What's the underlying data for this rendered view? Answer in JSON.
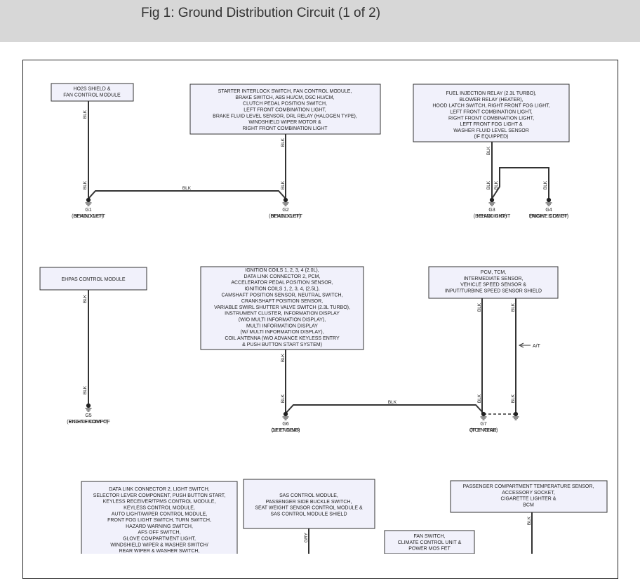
{
  "title": "Fig 1: Ground Distribution Circuit (1 of 2)",
  "colors": {
    "box_fill": "#f1f1fb",
    "box_border": "#333333",
    "wire": "#333333",
    "header_bg": "#d7d7d7"
  },
  "components": {
    "ho2s": [
      "HO2S SHIELD &",
      "FAN CONTROL MODULE"
    ],
    "starter": [
      "STARTER INTERLOCK SWITCH, FAN CONTROL MODULE,",
      "BRAKE SWITCH, ABS HU/CM, DSC HU/CM,",
      "CLUTCH PEDAL POSITION SWITCH,",
      "LEFT FRONT COMBINATION LIGHT,",
      "BRAKE FLUID LEVEL SENSOR, DRL RELAY (HALOGEN TYPE),",
      "WINDSHIELD WIPER MOTOR &",
      "RIGHT FRONT COMBINATION LIGHT"
    ],
    "fuel": [
      "FUEL INJECTION RELAY (2.3L TURBO),",
      "BLOWER RELAY (HEATER),",
      "HOOD LATCH SWITCH, RIGHT FRONT FOG LIGHT,",
      "LEFT FRONT COMBINATION LIGHT,",
      "RIGHT FRONT COMBINATION LIGHT,",
      "LEFT FRONT FOG LIGHT &",
      "WASHER FLUID LEVEL SENSOR",
      "(IF EQUIPPED)"
    ],
    "ehpas": [
      "EHPAS CONTROL MODULE"
    ],
    "ignition": [
      "IGNITION COILS 1, 2, 3, 4 (2.0L),",
      "DATA LINK CONNECTOR 2, PCM,",
      "ACCELERATOR PEDAL POSITION SENSOR,",
      "IGNITION COILS 1, 2, 3, 4, (2.5L),",
      "CAMSHAFT POSITION SENSOR, NEUTRAL SWITCH,",
      "CRANKSHAFT POSITION SENSOR,",
      "VARIABLE SWIRL SHUTTER VALVE SWITCH (2.3L TURBO),",
      "INSTRUMENT CLUSTER, INFORMATION DISPLAY",
      "(W/O MULTI INFORMATION DISPLAY),",
      "MULTI INFORMATION DISPLAY",
      "(W/ MULTI INFORMATION DISPLAY),",
      "COIL ANTENNA (W/O ADVANCE KEYLESS ENTRY",
      "& PUSH BUTTON START SYSTEM)"
    ],
    "pcm": [
      "PCM, TCM,",
      "INTERMEDIATE SENSOR,",
      "VEHICLE SPEED SENSOR &",
      "INPUT/TURBINE SPEED SENSOR SHIELD"
    ],
    "dlc": [
      "DATA LINK CONNECTOR 2, LIGHT SWITCH,",
      "SELECTOR LEVER COMPONENT, PUSH BUTTON START,",
      "KEYLESS RECEIVER/TPMS CONTROL MODULE,",
      "KEYLESS CONTROL MODULE,",
      "AUTO LIGHT/WIPER CONTROL MODULE,",
      "FRONT FOG LIGHT SWITCH, TURN SWITCH,",
      "HAZARD WARNING SWITCH,",
      "AFS OFF SWITCH,",
      "GLOVE COMPARTMENT LIGHT,",
      "WINDSHIELD WIPER & WASHER SWITCH/",
      "REAR WIPER & WASHER SWITCH,"
    ],
    "sas": [
      "SAS CONTROL MODULE,",
      "PASSENGER SIDE BUCKLE SWITCH,",
      "SEAT WEIGHT SENSOR CONTROL MODULE &",
      "SAS CONTROL MODULE SHIELD"
    ],
    "fan": [
      "FAN SWITCH,",
      "CLIMATE CONTROL UNIT &",
      "POWER MOS FET"
    ],
    "passenger": [
      "PASSENGER COMPARTMENT TEMPERATURE SENSOR,",
      "ACCESSORY SOCKET,",
      "CIGARETTE LIGHTER &",
      "BCM"
    ]
  },
  "wire_colors": {
    "blk": "BLK",
    "gry": "GRY"
  },
  "grounds": {
    "g1": {
      "id": "G1",
      "loc": [
        "(BEHIND LEFT",
        "HEADLIGHT)"
      ]
    },
    "g2": {
      "id": "G2",
      "loc": [
        "(BEHIND LEFT",
        "HEADLIGHT)"
      ]
    },
    "g3": {
      "id": "G3",
      "loc": [
        "(BEHIND RIGHT",
        "HEADLIGHT)"
      ]
    },
    "g4": {
      "id": "G4",
      "loc": [
        "(RIGHT SIDE OF",
        "ENGINE COMPT)"
      ]
    },
    "g5": {
      "id": "G5",
      "loc": [
        "(RIGHT FRONT OF",
        "ENGINE COMPT)"
      ]
    },
    "g6": {
      "id": "G6",
      "loc": [
        "(LEFT REAR",
        "OF ENGINE)"
      ]
    },
    "g7": {
      "id": "G7",
      "loc": [
        "(TOP REAR",
        "OF ENGINE)"
      ]
    }
  },
  "notes": {
    "at": "A/T"
  }
}
